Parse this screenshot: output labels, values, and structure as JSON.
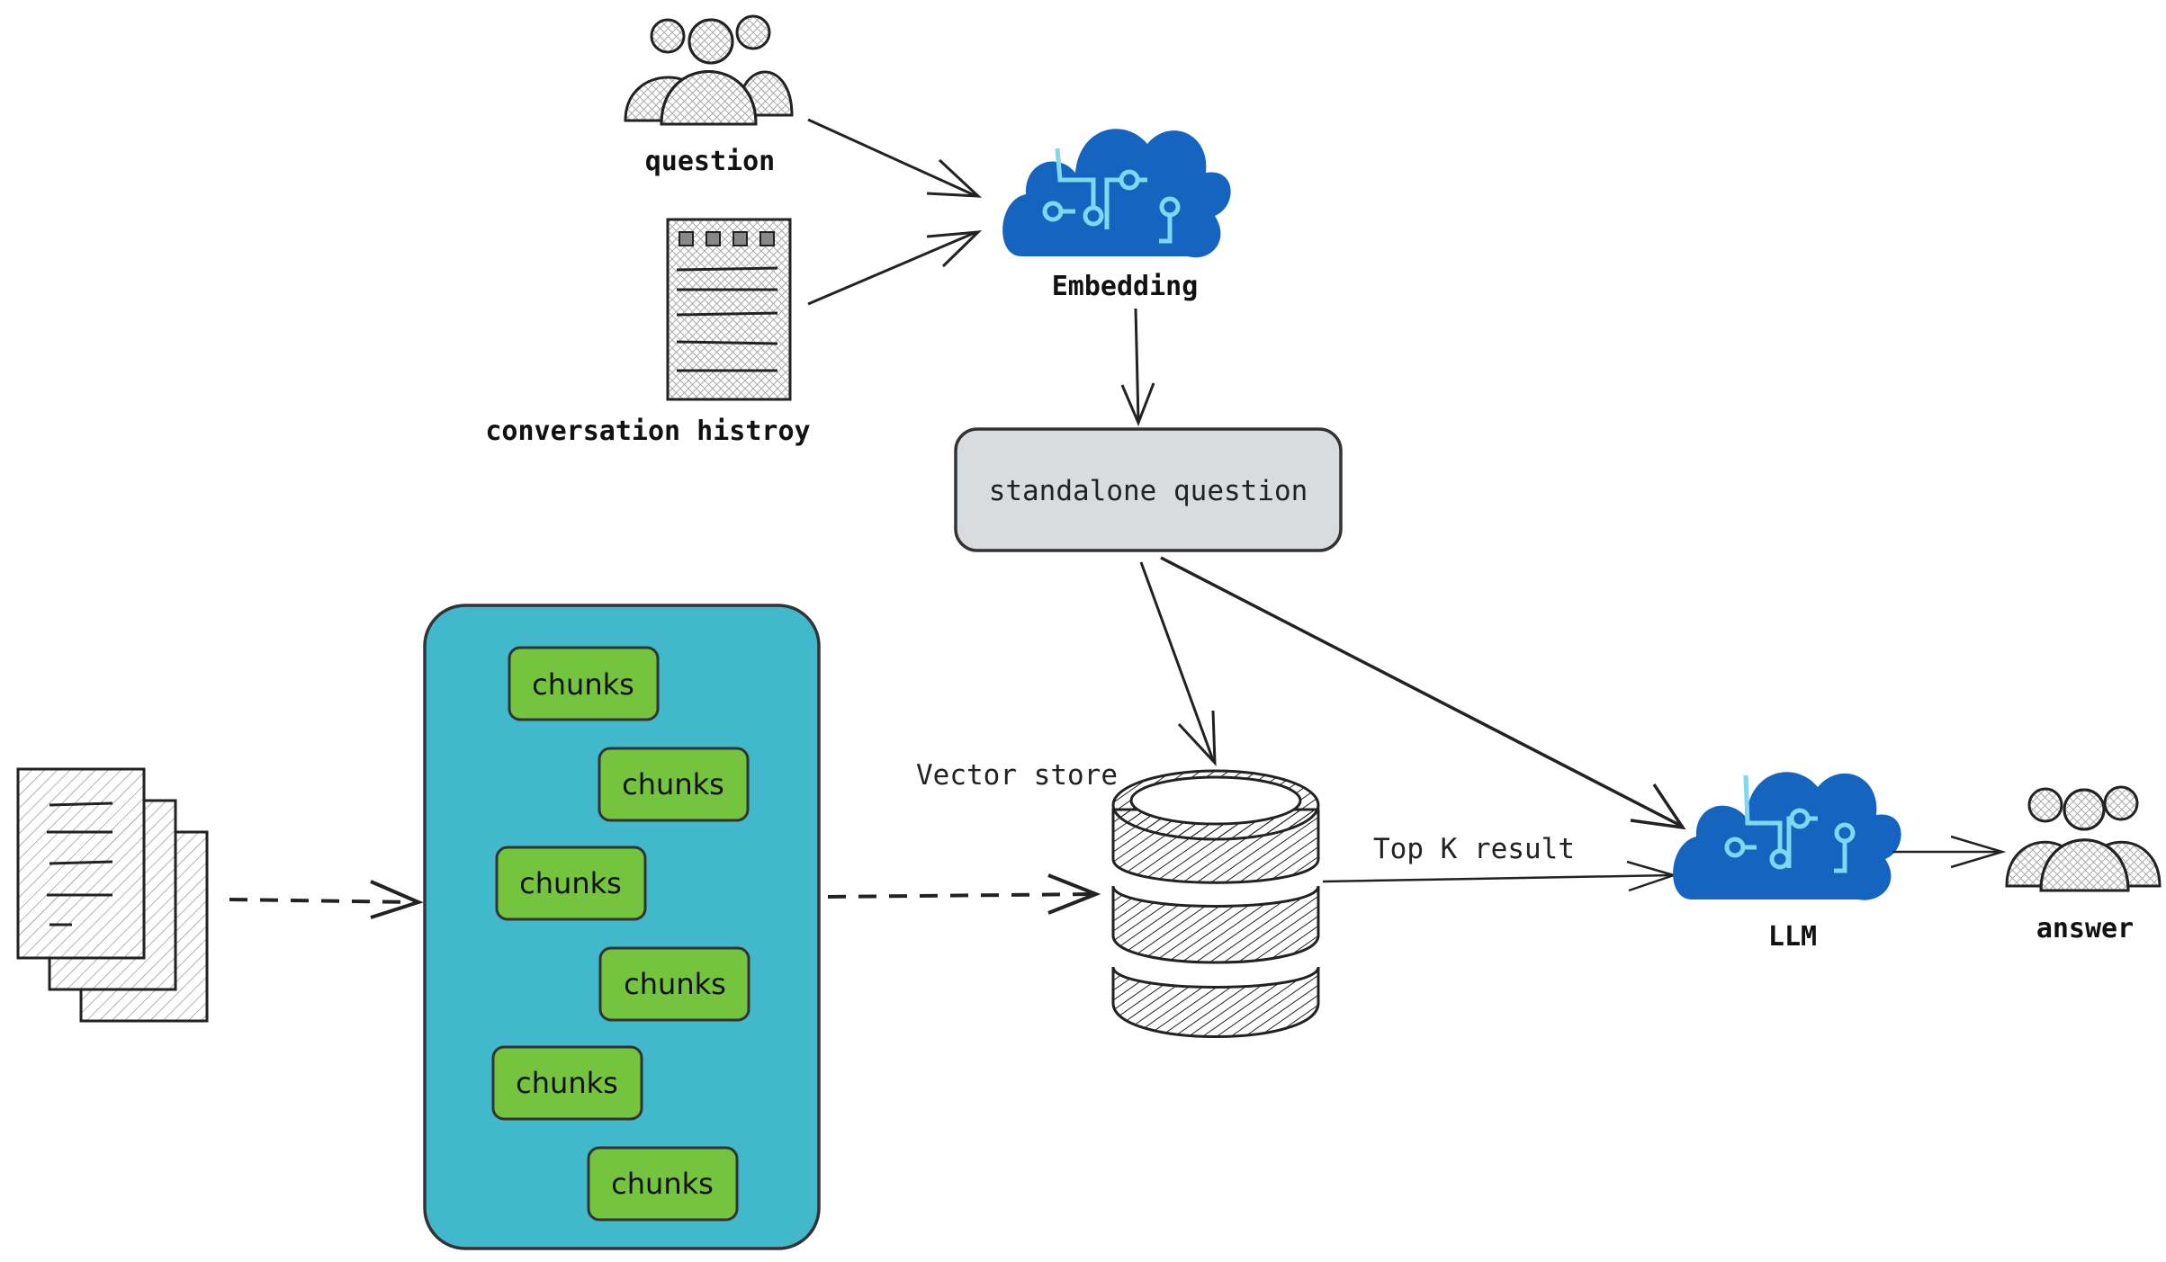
{
  "labels": {
    "question": "question",
    "conversation_history": "conversation histroy",
    "embedding": "Embedding",
    "standalone_question": "standalone question",
    "vector_store": "Vector store",
    "top_k_result": "Top K result",
    "llm": "LLM",
    "answer": "answer"
  },
  "chunks": [
    "chunks",
    "chunks",
    "chunks",
    "chunks",
    "chunks",
    "chunks"
  ],
  "icons": {
    "question": "users-icon",
    "conversation_history": "document-icon",
    "embedding": "ai-cloud-icon",
    "llm": "ai-cloud-icon",
    "answer": "users-icon",
    "source_documents": "documents-stack-icon",
    "vector_store": "database-icon"
  },
  "colors": {
    "chunk_container": "#42B8CC",
    "chunk_fill": "#74C43F",
    "standalone_fill": "#D9DCDF",
    "cloud_fill": "#1565C0",
    "cloud_circuit": "#7FD8F0",
    "stroke": "#222222"
  }
}
